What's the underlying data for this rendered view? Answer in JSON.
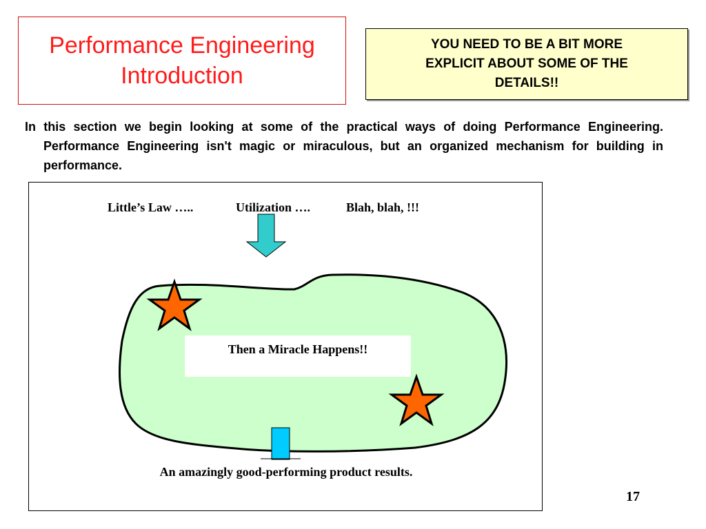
{
  "title": {
    "line1": "Performance Engineering",
    "line2": "Introduction"
  },
  "note": {
    "line1": "YOU NEED TO BE A BIT MORE",
    "line2": "EXPLICIT ABOUT SOME OF THE",
    "line3": "DETAILS!!"
  },
  "body": {
    "paragraph": "In this section we begin looking at some of the practical ways of doing Performance Engineering.  Performance Engineering isn't magic or miraculous, but an organized mechanism for building in performance."
  },
  "diagram": {
    "labels": {
      "littles_law": "Little’s Law …..",
      "utilization": "Utilization ….",
      "blah": "Blah, blah, !!!"
    },
    "miracle": "Then a Miracle Happens!!",
    "result": "An amazingly good-performing product results.",
    "colors": {
      "blob_fill": "#ccffcc",
      "star_fill": "#ff6600",
      "input_arrow": "#33cccc",
      "output_bar": "#00ccff"
    }
  },
  "slide": {
    "number": "17"
  }
}
